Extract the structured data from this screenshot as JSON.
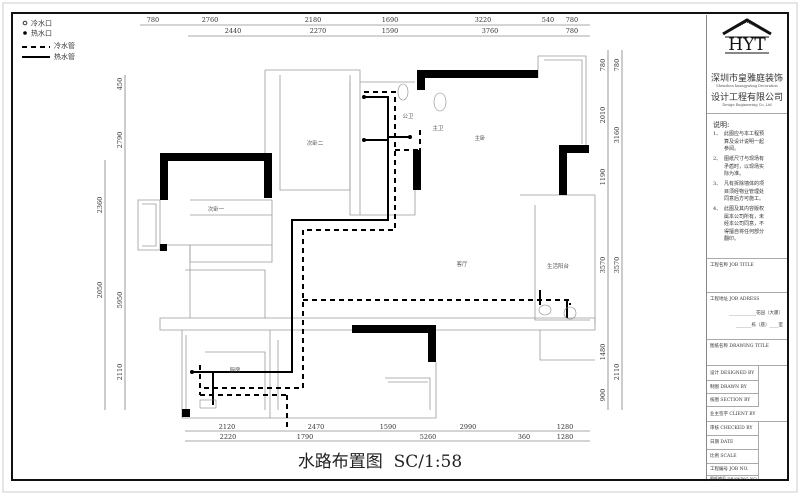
{
  "legend": {
    "cold_outlet": "冷水口",
    "hot_outlet": "热水口",
    "cold_pipe": "冷水管",
    "hot_pipe": "热水管"
  },
  "dimensions": {
    "top_row1": [
      "780",
      "2760",
      "2180",
      "1690",
      "3220",
      "540",
      "780"
    ],
    "top_row2": [
      "2440",
      "2270",
      "1590",
      "3760",
      "780"
    ],
    "bottom_row1": [
      "2120",
      "2470",
      "1590",
      "2990",
      "1280"
    ],
    "bottom_row2": [
      "2220",
      "1790",
      "5260",
      "360",
      "1280"
    ],
    "left": [
      "450",
      "2790",
      "2360",
      "2050",
      "5950",
      "2110"
    ],
    "right": [
      "780",
      "780",
      "2010",
      "3160",
      "1190",
      "3570",
      "3570",
      "1480",
      "2110",
      "900"
    ]
  },
  "rooms": {
    "bedroom2": "次卧二",
    "bedroom1": "次卧一",
    "master_bedroom": "主卧",
    "living_room": "客厅",
    "balcony": "生活阳台",
    "kitchen": "厨房",
    "public_bath": "公卫",
    "master_bath": "主卫"
  },
  "drawing_title": "水路布置图  SC/1:58",
  "title_block": {
    "logo_text": "HYT",
    "company_cn_1": "深圳市皇雅庭装饰",
    "company_en_1": "Shenzhen huangyating Decoration",
    "company_cn_2": "设计工程有限公司",
    "company_en_2": "Design Engineering Co.,Ltd",
    "notes_heading": "说明:",
    "notes": [
      {
        "num": "1、",
        "text": "此图应与本工程预算及设计说明一起参阅。"
      },
      {
        "num": "2、",
        "text": "图纸尺寸与现场有矛盾时，以现场实际为准。"
      },
      {
        "num": "3、",
        "text": "凡有拆除墙体的项目须经物业管理处同意后方可施工。"
      },
      {
        "num": "4、",
        "text": "此图及其内容版权属本公司所有，未经本公司同意，不得擅自将任何部分翻印。"
      }
    ],
    "job_title": "工程名称 JOB TITLE",
    "job_address": "工程地址 JOB ADRESS",
    "address_garden": "花园（大厦）",
    "address_unit": "栋（座）",
    "address_room": "室",
    "drawing_title_label": "图纸名称 DRAWING TITLE",
    "designed_by": "设计 DESIGNED BY",
    "drawn_by": "制图 DRAWN BY",
    "checked_section": "核图 SECTION BY",
    "client": "业主签字 CLIENT BY",
    "checked_by": "审核 CHECKED BY",
    "date": "日期 DATE",
    "scale": "比例 SCALE",
    "job_no": "工程编号 JOB NO.",
    "drawing_no": "图纸编号 DRAWING NO."
  },
  "colors": {
    "line": "#000000",
    "wall_outline": "#9a9a9a",
    "frame": "#111111"
  }
}
